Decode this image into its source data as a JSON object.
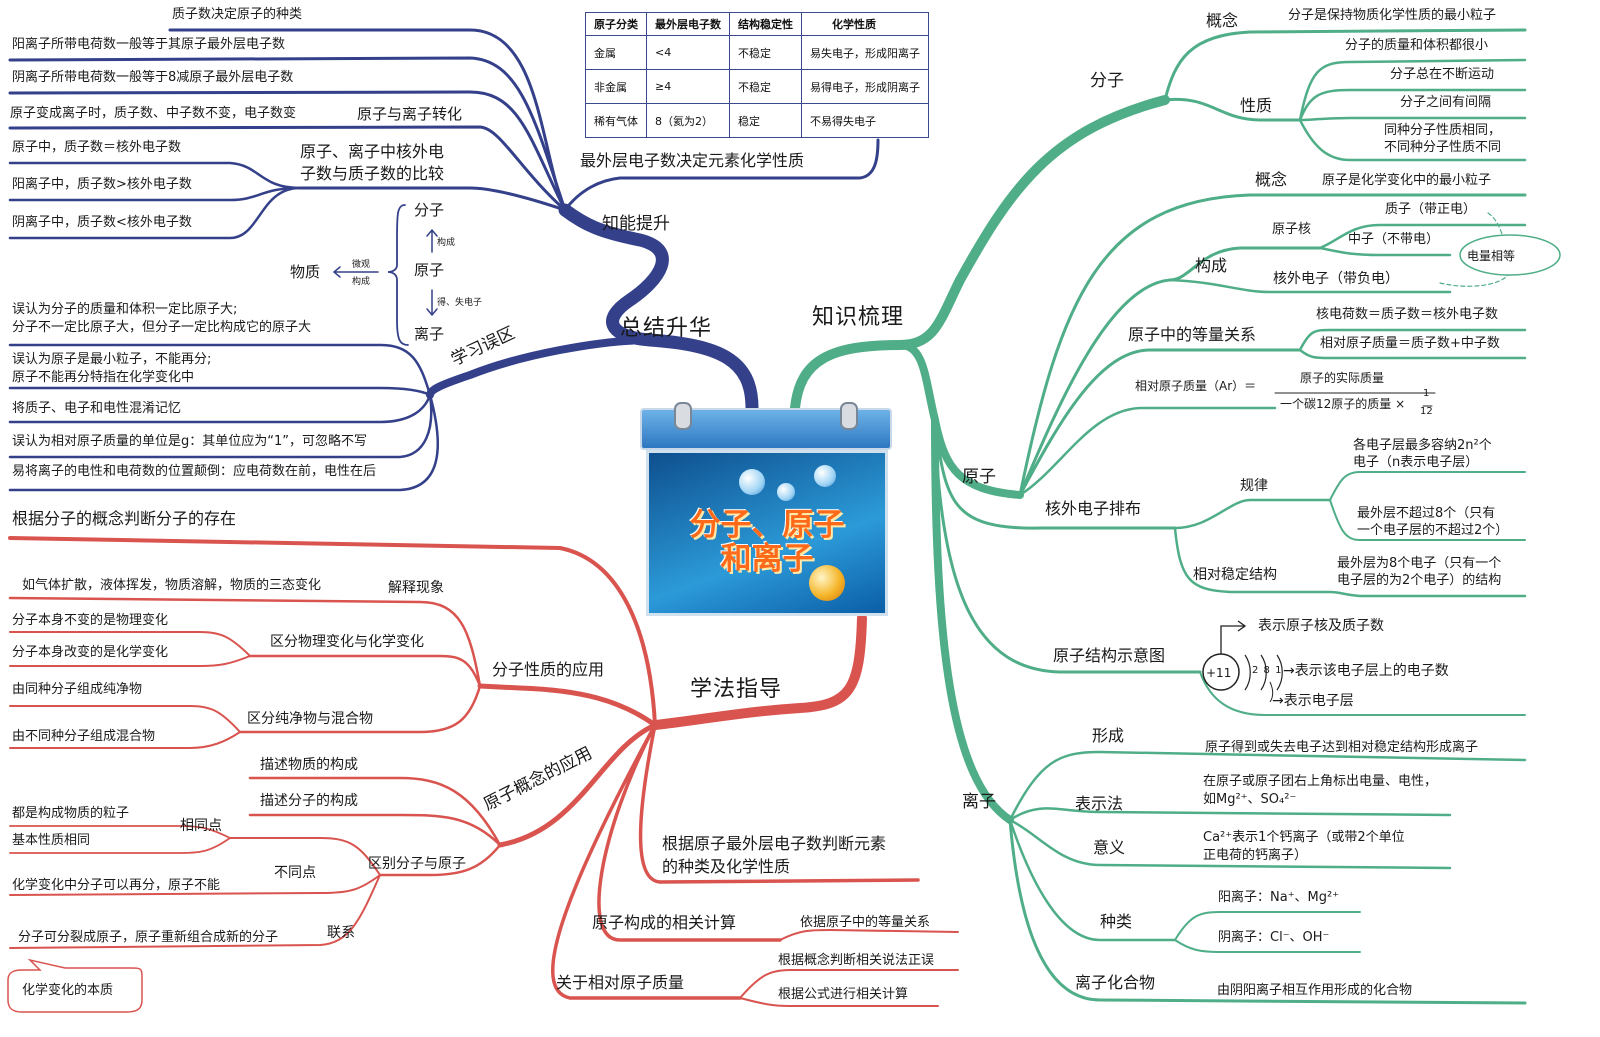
{
  "center": {
    "line1": "分子、原子",
    "line2": "和离子"
  },
  "main_branches": {
    "zongjie": "总结升华",
    "zhishi": "知识梳理",
    "xuefa": "学法指导"
  },
  "knowledge": {
    "molecule": {
      "title": "分子",
      "concept_label": "概念",
      "concept_text": "分子是保持物质化学性质的最小粒子",
      "props_label": "性质",
      "props": [
        "分子的质量和体积都很小",
        "分子总在不断运动",
        "分子之间有间隔",
        "同种分子性质相同，",
        "不同种分子性质不同"
      ]
    },
    "atom": {
      "title": "原子",
      "concept_label": "概念",
      "concept_text": "原子是化学变化中的最小粒子",
      "structure_label": "构成",
      "nucleus": "原子核",
      "proton": "质子（带正电）",
      "neutron": "中子（不带电）",
      "electron": "核外电子（带负电）",
      "equal_charge": "电量相等",
      "equal_rel_label": "原子中的等量关系",
      "equal_rel": [
        "核电荷数＝质子数＝核外电子数",
        "相对原子质量＝质子数+中子数"
      ],
      "rel_mass_label": "相对原子质量（Ar）＝",
      "rel_mass_num": "原子的实际质量",
      "rel_mass_den": "一个碳12原子的质量 ×",
      "frac_num": "1",
      "frac_den": "12",
      "arrangement_label": "核外电子排布",
      "rule_label": "规律",
      "rule1a": "各电子层最多容纳2n²个",
      "rule1b": "电子（n表示电子层）",
      "rule2a": "最外层不超过8个（只有",
      "rule2b": "一个电子层的不超过2个）",
      "stable_label": "相对稳定结构",
      "stable_a": "最外层为8个电子（只有一个",
      "stable_b": "电子层的为2个电子）的结构",
      "diagram_label": "原子结构示意图",
      "diagram_nucleus": "+11",
      "diagram_shells": "2 8 1",
      "diagram_1": "表示原子核及质子数",
      "diagram_2": "→表示该电子层上的电子数",
      "diagram_3": "→表示电子层"
    },
    "ion": {
      "title": "离子",
      "form_label": "形成",
      "form_text": "原子得到或失去电子达到相对稳定结构形成离子",
      "repr_label": "表示法",
      "repr_a": "在原子或原子团右上角标出电量、电性，",
      "repr_b": "如Mg²⁺、SO₄²⁻",
      "meaning_label": "意义",
      "meaning_a": "Ca²⁺表示1个钙离子（或带2个单位",
      "meaning_b": "正电荷的钙离子）",
      "kinds_label": "种类",
      "cation": "阳离子：Na⁺、Mg²⁺",
      "anion": "阴离子：Cl⁻、OH⁻",
      "compound_label": "离子化合物",
      "compound_text": "由阴阳离子相互作用形成的化合物"
    }
  },
  "summary": {
    "zhineng": "知能提升",
    "top_item": "质子数决定原子的种类",
    "items_a": [
      "阳离子所带电荷数一般等于其原子最外层电子数",
      "阴离子所带电荷数一般等于8减原子最外层电子数",
      "原子变成离子时，质子数、中子数不变，电子数变"
    ],
    "convert": "原子与离子转化",
    "compare_a": "原子、离子中核外电",
    "compare_b": "子数与质子数的比较",
    "items_b": [
      "原子中，质子数＝核外电子数",
      "阳离子中，质子数>核外电子数",
      "阴离子中，质子数<核外电子数"
    ],
    "outer": "最外层电子数决定元素化学性质",
    "table": {
      "headers": [
        "原子分类",
        "最外层电子数",
        "结构稳定性",
        "化学性质"
      ],
      "rows": [
        [
          "金属",
          "<4",
          "不稳定",
          "易失电子，形成阳离子"
        ],
        [
          "非金属",
          "≥4",
          "不稳定",
          "易得电子，形成阴离子"
        ],
        [
          "稀有气体",
          "8（氦为2）",
          "稳定",
          "不易得失电子"
        ]
      ]
    },
    "matter": {
      "matter": "物质",
      "micro": "微观",
      "compose": "构成",
      "molecule": "分子",
      "compose2": "构成",
      "atom": "原子",
      "gain_lose": "得、失电子",
      "ion": "离子"
    },
    "mistakes_label": "学习误区",
    "mistakes": [
      "误认为分子的质量和体积一定比原子大;",
      "分子不一定比原子大，但分子一定比构成它的原子大",
      "误认为原子是最小粒子，不能再分;",
      "原子不能再分特指在化学变化中",
      "将质子、电子和电性混淆记忆",
      "误认为相对原子质量的单位是g：其单位应为“1”，可忽略不写",
      "易将离子的电性和电荷数的位置颠倒：应电荷数在前，电性在后"
    ]
  },
  "method": {
    "judge_molecule": "根据分子的概念判断分子的存在",
    "mol_apply": "分子性质的应用",
    "explain": "解释现象",
    "explain_text": "如气体扩散，液体挥发，物质溶解，物质的三态变化",
    "phys_chem": "区分物理变化与化学变化",
    "phys": "分子本身不变的是物理变化",
    "chem": "分子本身改变的是化学变化",
    "pure_mix": "区分纯净物与混合物",
    "pure": "由同种分子组成纯净物",
    "mix": "由不同种分子组成混合物",
    "atom_apply": "原子概念的应用",
    "desc_matter": "描述物质的构成",
    "desc_mol": "描述分子的构成",
    "diff": "区别分子与原子",
    "same_label": "相同点",
    "same_a": "都是构成物质的粒子",
    "same_b": "基本性质相同",
    "diff_label": "不同点",
    "diff_text": "化学变化中分子可以再分，原子不能",
    "link_label": "联系",
    "link_text": "分子可分裂成原子，原子重新组合成新的分子",
    "essence": "化学变化的本质",
    "judge_elem_a": "根据原子最外层电子数判断元素",
    "judge_elem_b": "的种类及化学性质",
    "calc": "原子构成的相关计算",
    "calc_text": "依据原子中的等量关系",
    "relmass": "关于相对原子质量",
    "relmass_a": "根据概念判断相关说法正误",
    "relmass_b": "根据公式进行相关计算"
  },
  "colors": {
    "blue": "#34408a",
    "green": "#4fae87",
    "red": "#d9544f",
    "navy": "#1e2f78"
  }
}
